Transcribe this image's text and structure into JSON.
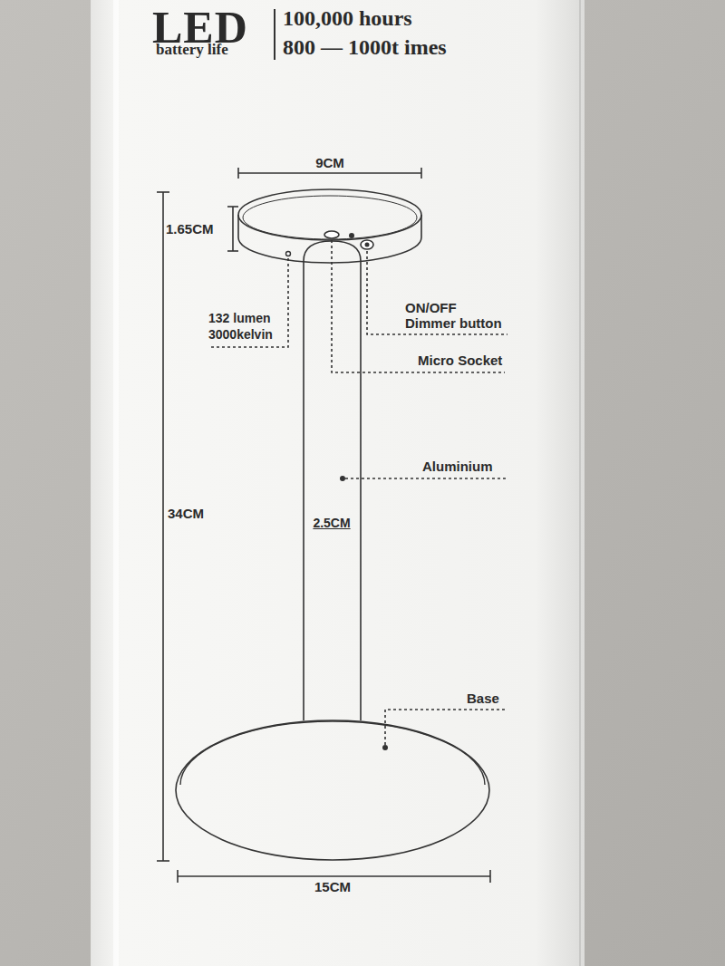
{
  "diagram": {
    "labels": [
      "LED",
      "battery life",
      "100,000 hours",
      "800 — 1000t imes",
      "9CM",
      "1.65CM",
      "132 lumen",
      "3000kelvin",
      "ON/OFF Dimmer button",
      "Micro Socket",
      "Aluminium",
      "34CM",
      "2.5CM",
      "Base",
      "15CM"
    ]
  }
}
